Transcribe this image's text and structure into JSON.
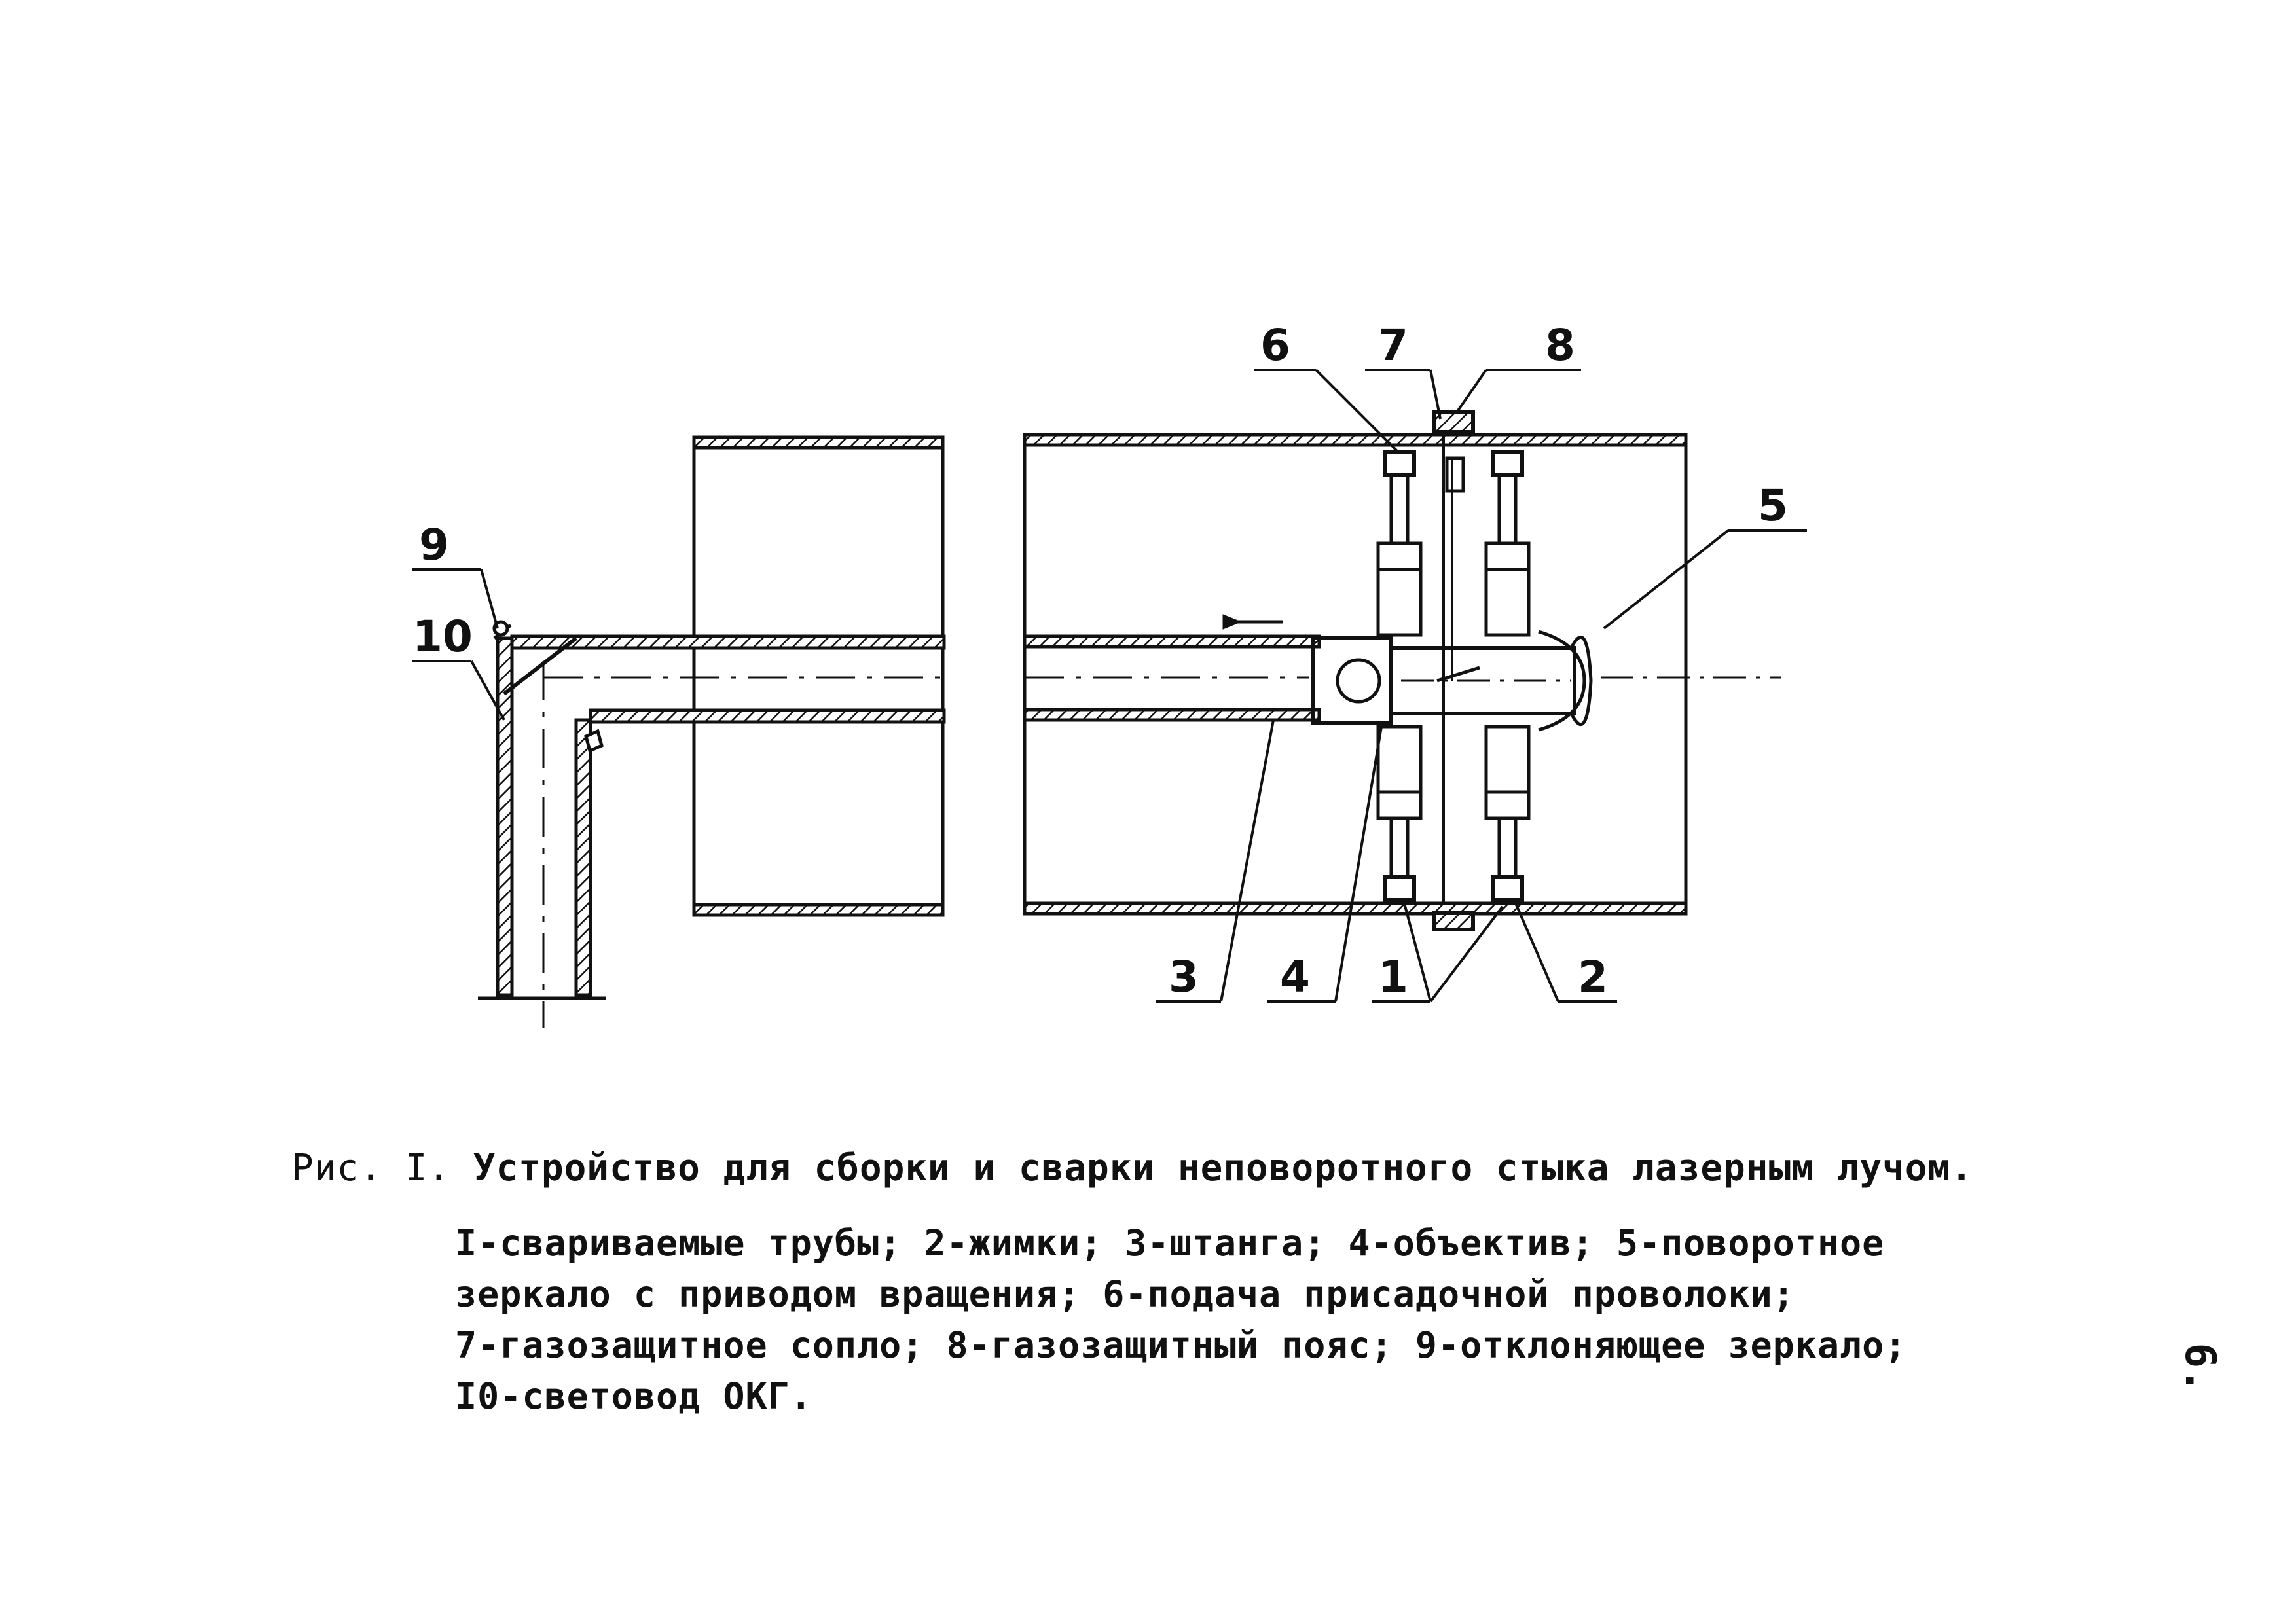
{
  "figure": {
    "labels": {
      "l1": "1",
      "l2": "2",
      "l3": "3",
      "l4": "4",
      "l5": "5",
      "l6": "6",
      "l7": "7",
      "l8": "8",
      "l9": "9",
      "l10": "10"
    }
  },
  "caption": {
    "lead": "Рис. I.",
    "title": "Устройство для сборки и сварки неповоротного стыка лазерным лучом.",
    "legend_lines": [
      "I-свариваемые трубы; 2-жимки; 3-штанга; 4-объектив; 5-поворотное",
      "зеркало с приводом вращения; 6-подача присадочной проволоки;",
      "7-газозащитное сопло; 8-газозащитный пояс; 9-отклоняющее зеркало;",
      "I0-световод ОКГ."
    ]
  },
  "page_number": "6."
}
